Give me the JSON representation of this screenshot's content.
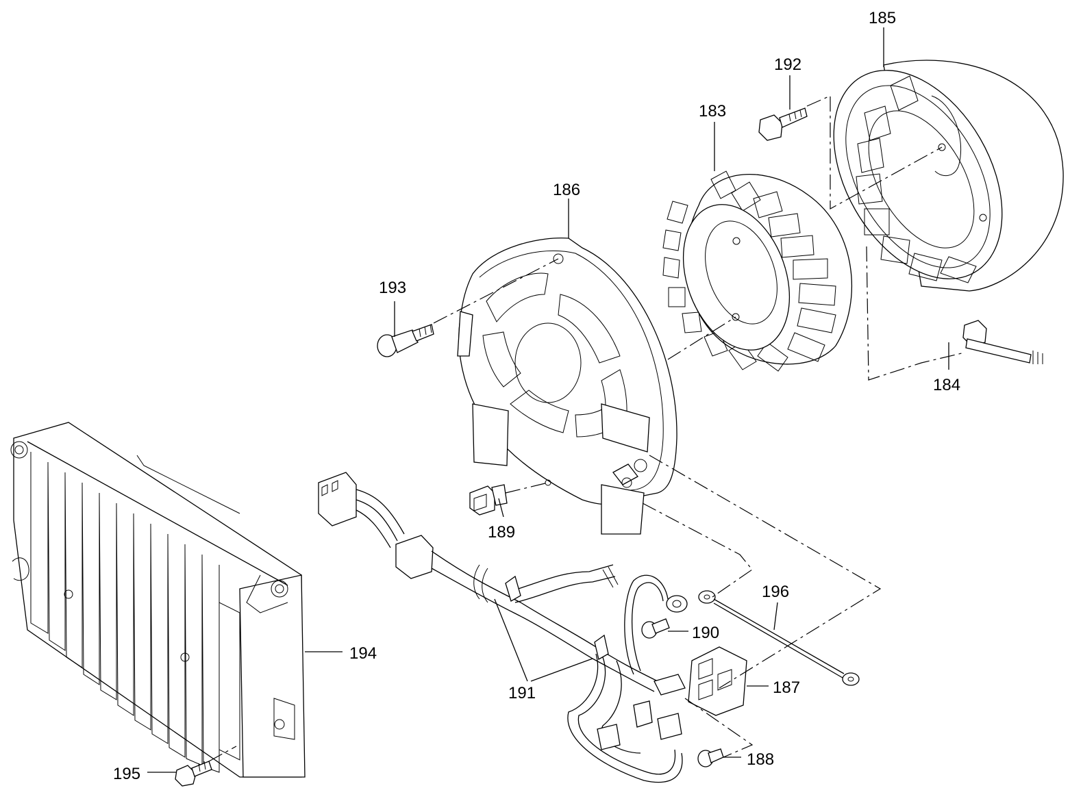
{
  "callouts": {
    "c183": "183",
    "c184": "184",
    "c185": "185",
    "c186": "186",
    "c187": "187",
    "c188": "188",
    "c189": "189",
    "c190": "190",
    "c191": "191",
    "c192": "192",
    "c193": "193",
    "c194": "194",
    "c195": "195",
    "c196": "196"
  }
}
